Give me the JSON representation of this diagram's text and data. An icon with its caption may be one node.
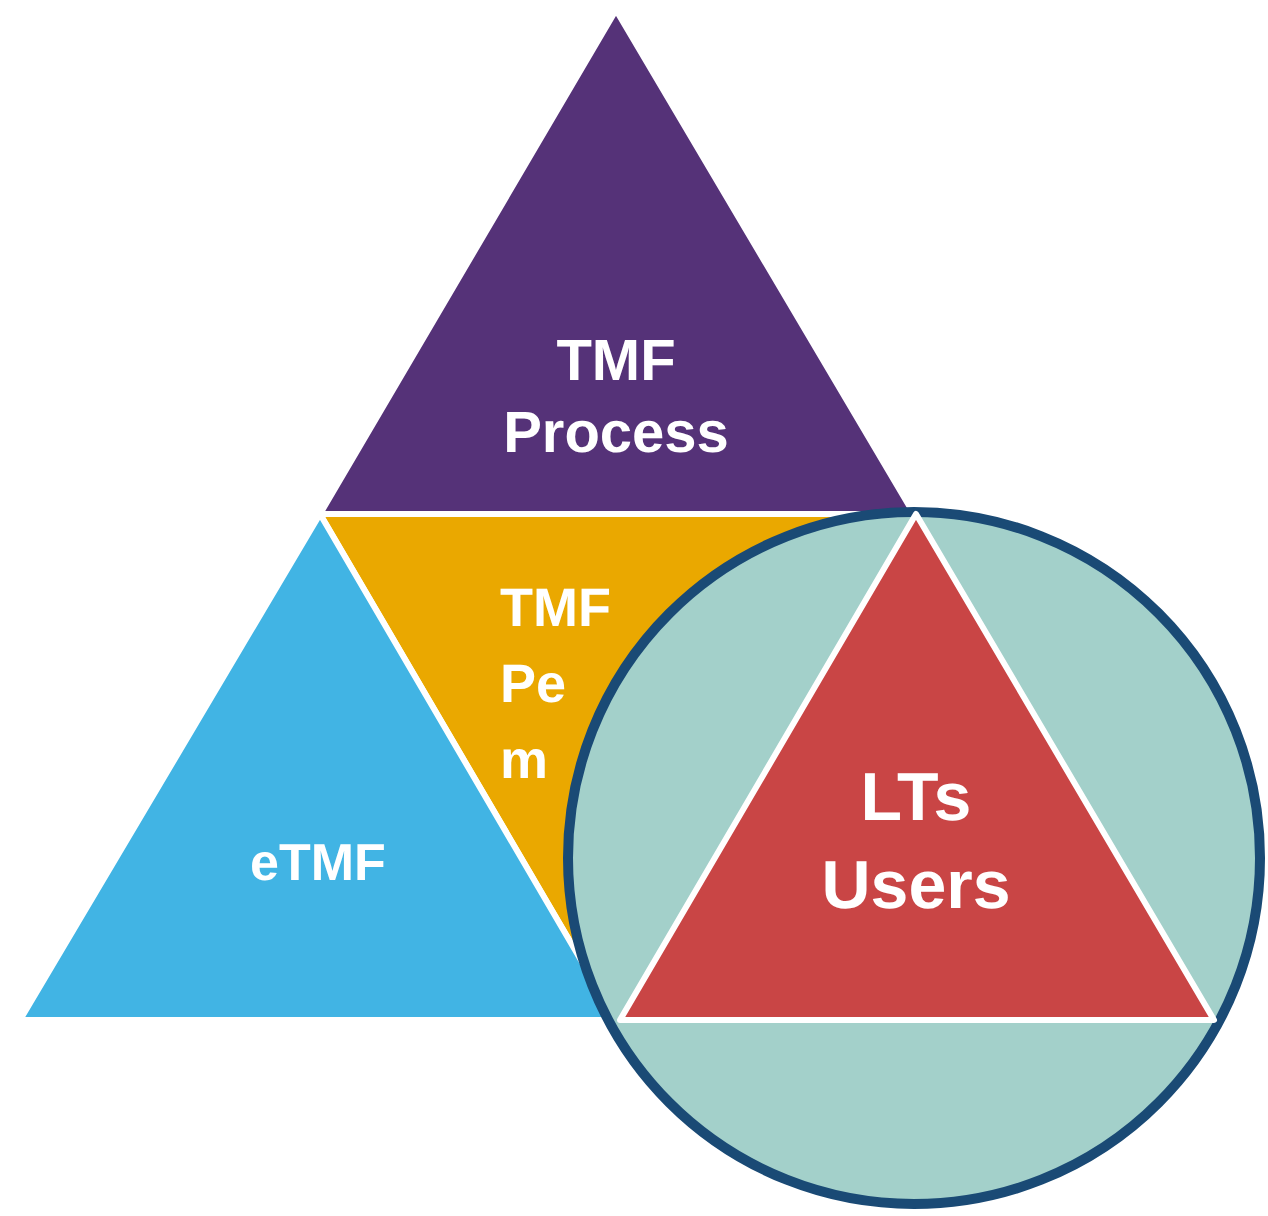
{
  "diagram": {
    "nodes": [
      {
        "text": [
          "TMF Process"
        ]
      },
      {
        "text": [
          "TMF Pe m"
        ]
      },
      {
        "text": [
          "eTMF"
        ]
      },
      {
        "text": [],
        "shape": "circle"
      },
      {
        "text": [
          "LTs Users"
        ],
        "in": 3
      }
    ]
  }
}
